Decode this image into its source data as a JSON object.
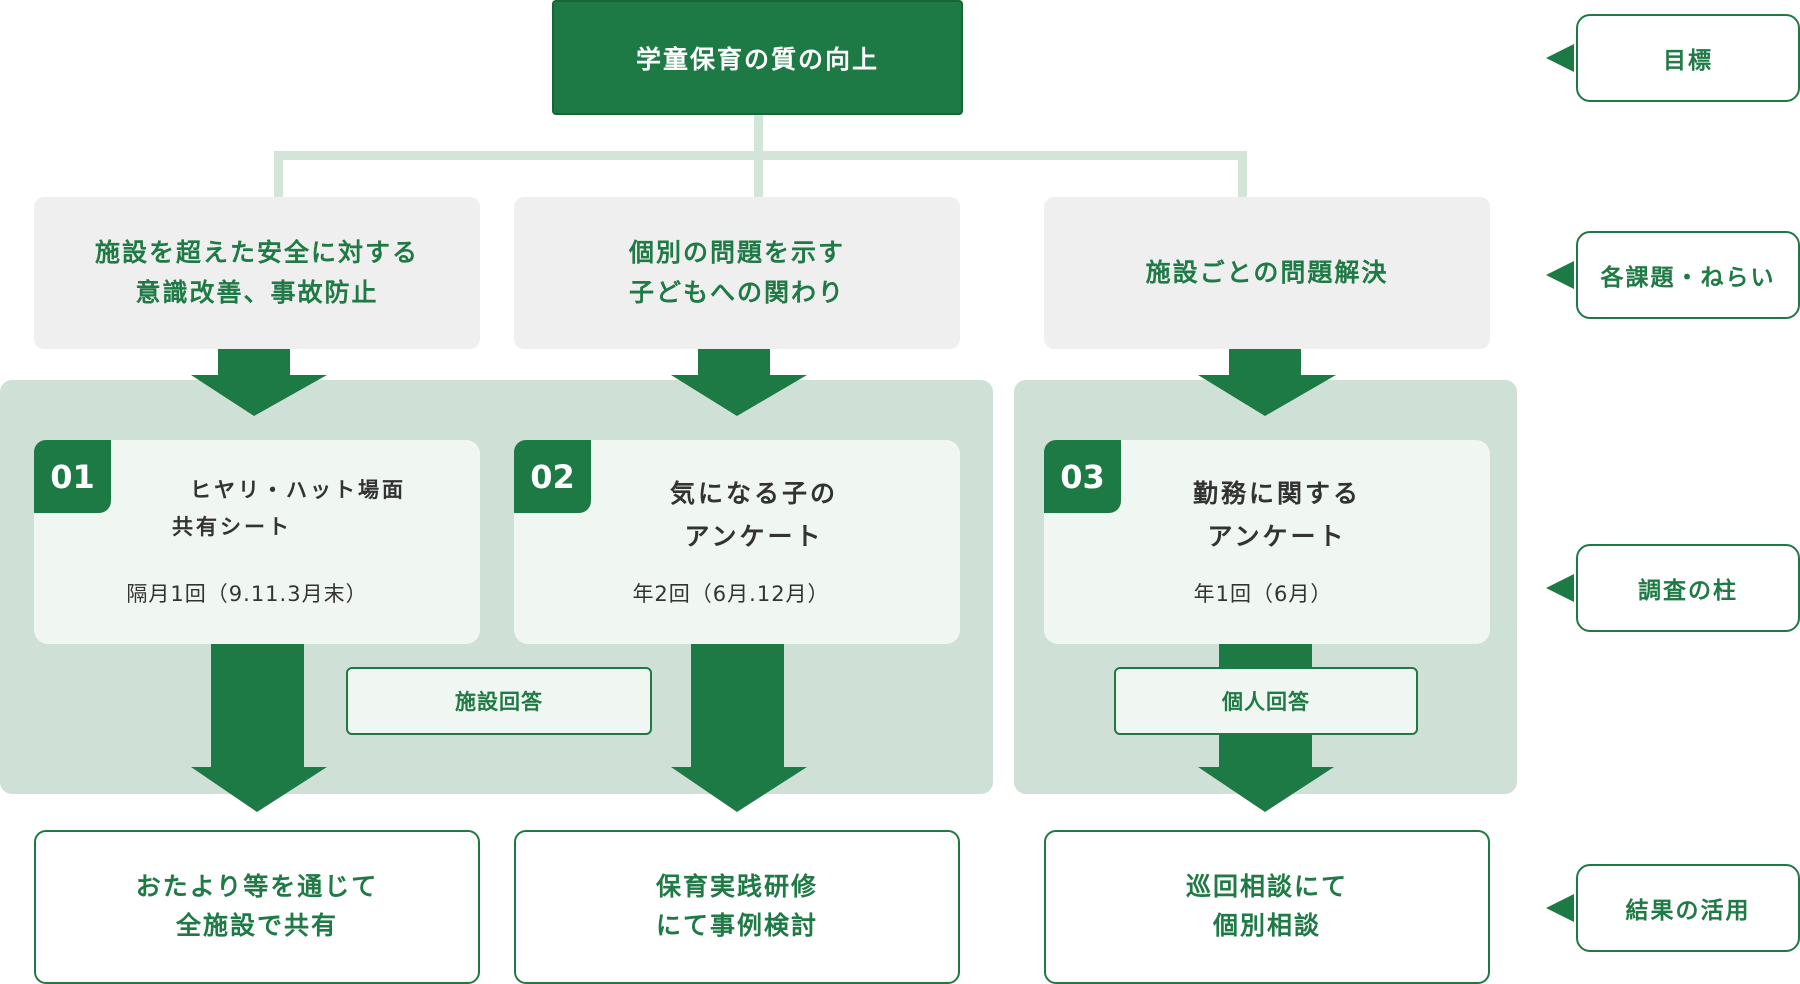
{
  "goal": "学童保育の質の向上",
  "themes": [
    {
      "line1": "施設を超えた安全に対する",
      "line2": "意識改善、事故防止"
    },
    {
      "line1": "個別の問題を示す",
      "line2": "子どもへの関わり"
    },
    {
      "line1": "施設ごとの問題解決",
      "line2": ""
    }
  ],
  "surveys": [
    {
      "number": "01",
      "title1": "ヒヤリ・ハット場面",
      "title2": "共有シート",
      "schedule": "隔月1回（9.11.3月末）"
    },
    {
      "number": "02",
      "title1": "気になる子の",
      "title2": "アンケート",
      "schedule": "年2回（6月.12月）"
    },
    {
      "number": "03",
      "title1": "勤務に関する",
      "title2": "アンケート",
      "schedule": "年1回（6月）"
    }
  ],
  "answer_tags": {
    "facility": "施設回答",
    "individual": "個人回答"
  },
  "results": [
    {
      "line1": "おたより等を通じて",
      "line2": "全施設で共有"
    },
    {
      "line1": "保育実践研修",
      "line2": "にて事例検討"
    },
    {
      "line1": "巡回相談にて",
      "line2": "個別相談"
    }
  ],
  "labels": {
    "goal": "目標",
    "themes": "各課題・ねらい",
    "pillars": "調査の柱",
    "results": "結果の活用"
  },
  "colors": {
    "primary": "#1e7a44",
    "panel": "#cfe1d6",
    "theme_bg": "#efefef",
    "card_bg": "#f0f6f2",
    "connector": "#d3e4d9"
  }
}
